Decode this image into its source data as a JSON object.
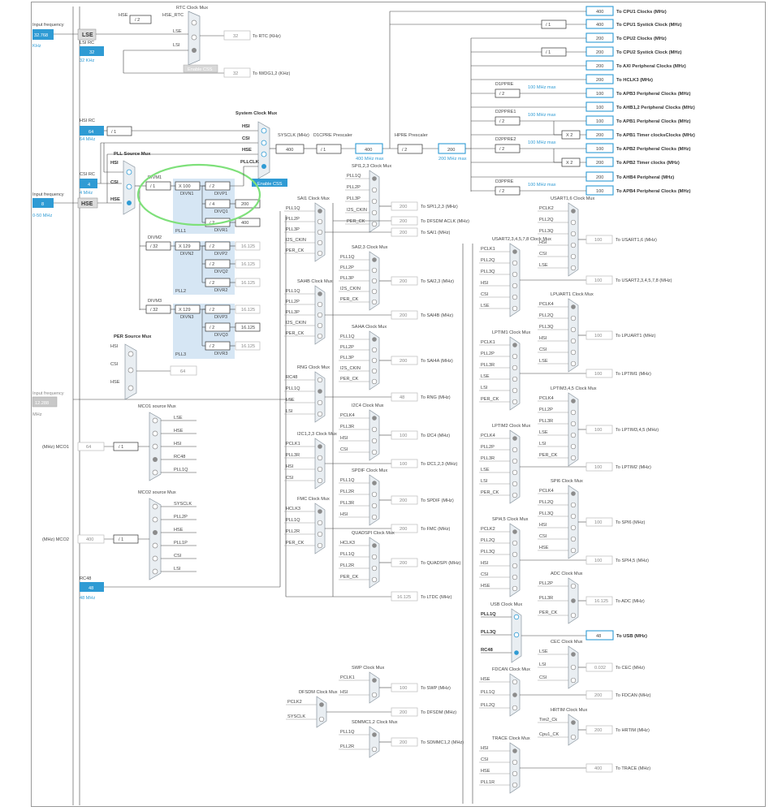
{
  "inputs": {
    "lse": {
      "title": "Input frequency",
      "value": "32.768",
      "unit": "KHz",
      "label": "LSE"
    },
    "lsi": {
      "title": "LSI RC",
      "value": "32",
      "unit": "32 KHz"
    },
    "hsi": {
      "title": "HSI RC",
      "value": "64",
      "unit": "64 MHz"
    },
    "csi": {
      "title": "CSI RC",
      "value": "4",
      "unit": "4 MHz"
    },
    "hse": {
      "title": "Input frequency",
      "value": "8",
      "unit": "0-50 MHz",
      "label": "HSE"
    },
    "ext": {
      "title": "Input frequency",
      "value": "12.288",
      "unit": "MHz"
    },
    "rc48": {
      "title": "RC48",
      "value": "48",
      "unit": "48 MHz"
    }
  },
  "rtc": {
    "title": "RTC Clock Mux",
    "hse_label": "HSE",
    "hse_rtc": "HSE_RTC",
    "div": "/ 2",
    "lse": "LSE",
    "lsi": "LSI",
    "out": "32",
    "out_label": "To RTC (KHz)",
    "css": "Enable CSS",
    "iwdg": "32",
    "iwdg_label": "To IWDG1,2 (KHz)"
  },
  "sysmux": {
    "title": "System Clock Mux",
    "in": [
      "HSI",
      "CSI",
      "HSE",
      "PLLCLK"
    ],
    "css": "Enable CSS"
  },
  "hsi_div": "/ 1",
  "pll_src": {
    "title": "PLL Source Mux",
    "in": [
      "HSI",
      "CSI",
      "HSE"
    ]
  },
  "pll1": {
    "divm_label": "DIVM1",
    "divm": "/ 1",
    "mul": "X 100",
    "divn": "DIVN1",
    "p": "/ 2",
    "p_lbl": "DIVP1",
    "q": "/ 4",
    "q_lbl": "DIVQ1",
    "q_out": "200",
    "r": "/ 2",
    "r_lbl": "DIVR1",
    "r_out": "400",
    "name": "PLL1"
  },
  "pll2": {
    "divm_label": "DIVM2",
    "divm": "/ 32",
    "mul": "X 129",
    "divn": "DIVN2",
    "p": "/ 2",
    "p_lbl": "DIVP2",
    "p_out": "16.125",
    "q": "/ 2",
    "q_lbl": "DIVQ2",
    "q_out": "16.125",
    "r": "/ 2",
    "r_lbl": "DIVR2",
    "r_out": "16.125",
    "name": "PLL2"
  },
  "pll3": {
    "divm_label": "DIVM3",
    "divm": "/ 32",
    "mul": "X 129",
    "divn": "DIVN3",
    "p": "/ 2",
    "p_lbl": "DIVP3",
    "p_out": "16.125",
    "q": "/ 2",
    "q_lbl": "DIVQ3",
    "q_out": "16.125",
    "r": "/ 2",
    "r_lbl": "DIVR3",
    "r_out": "16.125",
    "name": "PLL3"
  },
  "sysclk": {
    "label": "SYSCLK (MHz)",
    "value": "400"
  },
  "d1cpre": {
    "label": "D1CPRE Prescaler",
    "div": "/ 1",
    "value": "400",
    "max": "400 MHz max"
  },
  "hpre": {
    "label": "HPRE Prescaler",
    "div": "/ 2",
    "value": "200",
    "max": "200 MHz max"
  },
  "outputs": [
    {
      "value": "400",
      "label": "To CPU1 Clocks (MHz)"
    },
    {
      "value": "400",
      "label": "To CPU1 Systick Clock (MHz)",
      "div": "/ 1"
    },
    {
      "value": "200",
      "label": "To CPU2 Clocks (MHz)"
    },
    {
      "value": "200",
      "label": "To CPU2 Systick Clock (MHz)",
      "div": "/ 1"
    },
    {
      "value": "200",
      "label": "To AXI Peripheral Clocks (MHz)"
    },
    {
      "value": "200",
      "label": "To HCLK3 (MHz)"
    },
    {
      "value": "100",
      "label": "To APB3 Peripheral Clocks (MHz)"
    },
    {
      "value": "100",
      "label": "To AHB1,2 Peripheral Clocks (MHz)"
    },
    {
      "value": "100",
      "label": "To APB1 Peripheral Clocks (MHz)"
    },
    {
      "value": "200",
      "label": "To APB1 Timer clocksClocks (MHz)"
    },
    {
      "value": "100",
      "label": "To APB2 Peripheral Clocks (MHz)"
    },
    {
      "value": "200",
      "label": "To APB2 Timer clocks (MHz)"
    },
    {
      "value": "200",
      "label": "To AHB4 Peripheral (MHz)"
    },
    {
      "value": "100",
      "label": "To APB4 Peripheral Clocks (MHz)"
    }
  ],
  "prescalers": [
    {
      "name": "D1PPRE",
      "div": "/ 2",
      "max": "100 MHz max"
    },
    {
      "name": "D2PPRE1",
      "div": "/ 2",
      "max": "100 MHz max"
    },
    {
      "name": "D2PPRE2",
      "div": "/ 2",
      "max": "100 MHz max"
    },
    {
      "name": "D3PPRE",
      "div": "/ 2",
      "max": "100 MHz max"
    }
  ],
  "x2": "X 2",
  "per_mux": {
    "title": "PER Source Mux",
    "in": [
      "HSI",
      "CSI",
      "HSE"
    ],
    "out": "64"
  },
  "mco1": {
    "title": "MCO1 source Mux",
    "in": [
      "LSE",
      "HSE",
      "HSI",
      "RC48",
      "PLL1Q"
    ],
    "div": "/ 1",
    "out": "64",
    "label": "(MHz) MCO1"
  },
  "mco2": {
    "title": "MCO2 source Mux",
    "in": [
      "SYSCLK",
      "PLL2P",
      "HSE",
      "PLL1P",
      "CSI",
      "LSI"
    ],
    "div": "/ 1",
    "out": "400",
    "label": "(MHz) MCO2"
  },
  "mid_muxes": [
    {
      "title": "SAI1 Clock Mux",
      "in": [
        "PLL1Q",
        "PLL2P",
        "PLL3P",
        "I2S_CKIN",
        "PER_CK"
      ],
      "value": "200",
      "label": "To SAI1 (MHz)"
    },
    {
      "title": "SAI4B Clock Mux",
      "in": [
        "PLL1Q",
        "PLL2P",
        "PLL3P",
        "I2S_CKIN",
        "PER_CK"
      ],
      "value": "200",
      "label": "To SAI4B (MHz)"
    },
    {
      "title": "RNG Clock Mux",
      "in": [
        "RC48",
        "PLL1Q",
        "LSE",
        "LSI"
      ],
      "value": "48",
      "label": "To RNG (MHz)"
    },
    {
      "title": "I2C1,2,3 Clock Mux",
      "in": [
        "PCLK1",
        "PLL3R",
        "HSI",
        "CSI"
      ],
      "value": "100",
      "label": "To I2C1,2,3 (MHz)"
    },
    {
      "title": "FMC Clock Mux",
      "in": [
        "HCLK3",
        "PLL1Q",
        "PLL2R",
        "PER_CK"
      ],
      "value": "200",
      "label": "To FMC (MHz)"
    }
  ],
  "spi123": {
    "title": "SPI1,2,3 Clock Mux",
    "in": [
      "PLL1Q",
      "PLL2P",
      "PLL3P",
      "I2S_CKIN",
      "PER_CK"
    ],
    "value": "200",
    "label": "To SPI1,2,3 (MHz)",
    "dfsdm_value": "200",
    "dfsdm_label": "To DFSDM ACLK (MHz)"
  },
  "col2": [
    {
      "title": "SAI2,3 Clock Mux",
      "in": [
        "PLL1Q",
        "PLL2P",
        "PLL3P",
        "I2S_CKIN",
        "PER_CK"
      ],
      "value": "200",
      "label": "To SAI2,3 (MHz)"
    },
    {
      "title": "SAI4A Clock Mux",
      "in": [
        "PLL1Q",
        "PLL2P",
        "PLL3P",
        "I2S_CKIN",
        "PER_CK"
      ],
      "value": "200",
      "label": "To SAI4A (MHz)"
    },
    {
      "title": "I2C4 Clock Mux",
      "in": [
        "PCLK4",
        "PLL3R",
        "HSI",
        "CSI"
      ],
      "value": "100",
      "label": "To I2C4 (MHz)"
    },
    {
      "title": "SPDIF Clock Mux",
      "in": [
        "PLL1Q",
        "PLL2R",
        "PLL3R",
        "HSI"
      ],
      "value": "200",
      "label": "To SPDIF (MHz)"
    },
    {
      "title": "QUADSPI Clock Mux",
      "in": [
        "HCLK3",
        "PLL1Q",
        "PLL2R",
        "PER_CK"
      ],
      "value": "200",
      "label": "To QUADSPI (MHz)"
    }
  ],
  "ltdc": {
    "value": "16.125",
    "label": "To LTDC (MHz)"
  },
  "dfsdm": {
    "title": "DFSDM Clock Mux",
    "in": [
      "PCLK2",
      "SYSCLK"
    ],
    "value": "200",
    "label": "To DFSDM (MHz)"
  },
  "swp": {
    "title": "SWP Clock Mux",
    "in": [
      "PCLK1",
      "HSI"
    ],
    "value": "100",
    "label": "To SWP (MHz)"
  },
  "sdmmc": {
    "title": "SDMMC1,2 Clock Mux",
    "in": [
      "PLL1Q",
      "PLL2R"
    ],
    "value": "200",
    "label": "To SDMMC1,2 (MHz)"
  },
  "rightA": [
    {
      "title": "USART1,6 Clock Mux",
      "in": [
        "PCLK2",
        "PLL2Q",
        "PLL3Q",
        "HSI",
        "CSI",
        "LSE"
      ],
      "value": "100",
      "label": "To USART1,6 (MHz)"
    },
    {
      "title": "LPUART1 Clock Mux",
      "in": [
        "PCLK4",
        "PLL2Q",
        "PLL3Q",
        "HSI",
        "CSI",
        "LSE"
      ],
      "value": "100",
      "label": "To LPUART1 (MHz)"
    },
    {
      "title": "LPTIM3,4,5 Clock Mux",
      "in": [
        "PCLK4",
        "PLL2P",
        "PLL3R",
        "LSE",
        "LSI",
        "PER_CK"
      ],
      "value": "100",
      "label": "To LPTIM3,4,5 (MHz)"
    },
    {
      "title": "SPI6 Clock Mux",
      "in": [
        "PCLK4",
        "PLL2Q",
        "PLL3Q",
        "HSI",
        "CSI",
        "HSE"
      ],
      "value": "100",
      "label": "To SPI6 (MHz)"
    },
    {
      "title": "ADC Clock Mux",
      "in": [
        "PLL2P",
        "PLL3R",
        "PER_CK"
      ],
      "value": "16.125",
      "label": "To ADC (MHz)"
    },
    {
      "title": "CEC Clock Mux",
      "in": [
        "LSE",
        "LSI",
        "CSI"
      ],
      "value": "0.032",
      "label": "To CEC (MHz)"
    },
    {
      "title": "HRTIM Clock Mux",
      "in": [
        "Tim2_Ck",
        "Cpu1_CK"
      ],
      "value": "200",
      "label": "To HRTIM (MHz)"
    }
  ],
  "rightB": [
    {
      "title": "USART2,3,4,5,7,8 Clock Mux",
      "in": [
        "PCLK1",
        "PLL2Q",
        "PLL3Q",
        "HSI",
        "CSI",
        "LSE"
      ],
      "value": "100",
      "label": "To USART2,3,4,5,7,8 (MHz)"
    },
    {
      "title": "LPTIM1 Clock Mux",
      "in": [
        "PCLK1",
        "PLL2P",
        "PLL3R",
        "LSE",
        "LSI",
        "PER_CK"
      ],
      "value": "100",
      "label": "To LPTIM1 (MHz)"
    },
    {
      "title": "LPTIM2 Clock Mux",
      "in": [
        "PCLK4",
        "PLL2P",
        "PLL3R",
        "LSE",
        "LSI",
        "PER_CK"
      ],
      "value": "100",
      "label": "To LPTIM2 (MHz)"
    },
    {
      "title": "SPI4,5 Clock Mux",
      "in": [
        "PCLK2",
        "PLL2Q",
        "PLL3Q",
        "HSI",
        "CSI",
        "HSE"
      ],
      "value": "100",
      "label": "To SPI4,5 (MHz)"
    },
    {
      "title": "FDCAN Clock Mux",
      "in": [
        "HSE",
        "PLL1Q",
        "PLL2Q"
      ],
      "value": "200",
      "label": "To FDCAN (MHz)"
    },
    {
      "title": "TRACE Clock Mux",
      "in": [
        "HSI",
        "CSI",
        "HSE",
        "PLL1R"
      ],
      "value": "400",
      "label": "To TRACE (MHz)"
    }
  ],
  "usb": {
    "title": "USB Clock Mux",
    "in": [
      "PLL1Q",
      "PLL3Q",
      "RC48"
    ],
    "value": "48",
    "label": "To USB (MHz)"
  }
}
